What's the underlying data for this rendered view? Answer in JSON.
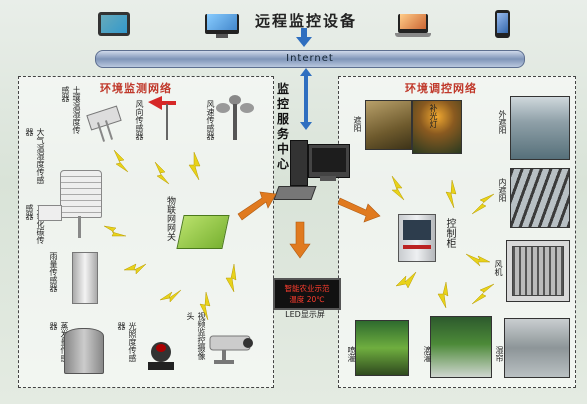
{
  "header": {
    "title": "远程监控设备"
  },
  "network": {
    "label": "Internet"
  },
  "center": {
    "label": "监控服务中心"
  },
  "left_section": {
    "title": "环境监测网络",
    "sensors": [
      {
        "name": "土壤温湿度传感器"
      },
      {
        "name": "风向传感器"
      },
      {
        "name": "风速传感器"
      },
      {
        "name": "大气温湿度传感器"
      },
      {
        "name": "二氧化碳传感器"
      },
      {
        "name": "雨量传感器"
      },
      {
        "name": "蒸发量传感器"
      },
      {
        "name": "光照度传感器"
      },
      {
        "name": "视频监控摄像头"
      }
    ],
    "gateway": "物联网网关"
  },
  "led": {
    "line1": "智能农业示范",
    "line2": "温度 20℃",
    "caption": "LED显示屏"
  },
  "right_section": {
    "title": "环境调控网络",
    "controller": "控制柜",
    "devices": [
      {
        "name": "遮阳"
      },
      {
        "name": "补光灯"
      },
      {
        "name": "外遮阳"
      },
      {
        "name": "内遮阳"
      },
      {
        "name": "风机"
      },
      {
        "name": "喷灌"
      },
      {
        "name": "滴灌"
      },
      {
        "name": "湿帘"
      }
    ]
  },
  "colors": {
    "accent_red": "#c0392b",
    "arrow_orange": "#e07a1f",
    "arrow_blue": "#2f6fc0",
    "lightning_yellow": "#e8d21a",
    "gateway_green": "#8cc63f"
  }
}
